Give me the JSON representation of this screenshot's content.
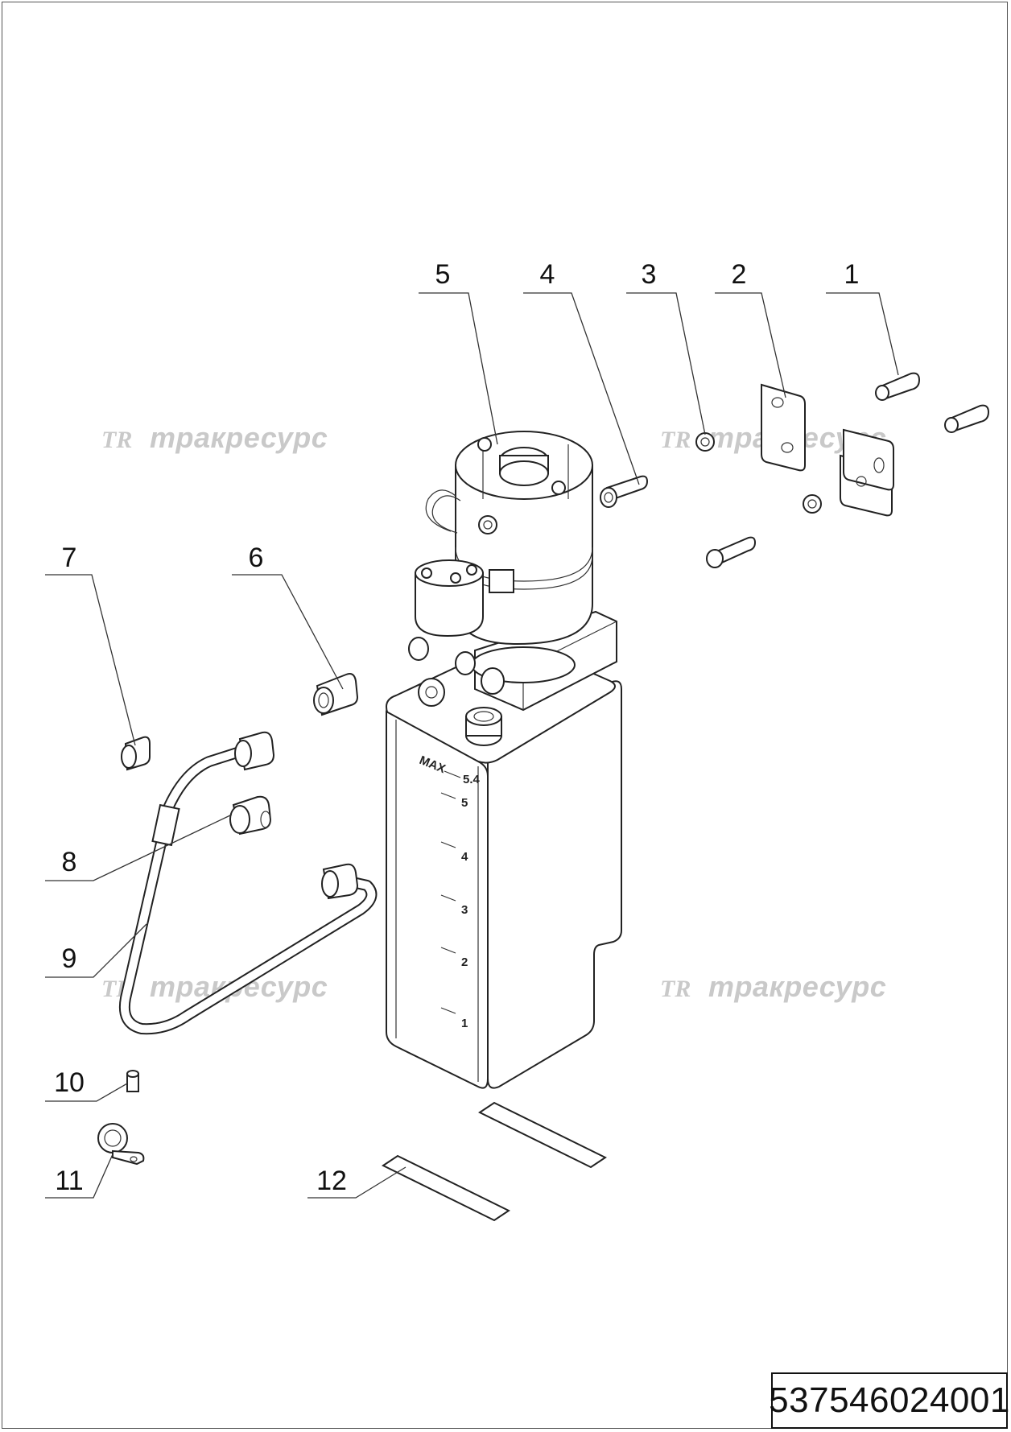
{
  "drawing": {
    "number": "537546024001"
  },
  "watermark": {
    "logo": "TR",
    "text": "тракресурс"
  },
  "tank_scale": {
    "max_label": "MAX",
    "max_value": "5.4",
    "marks": [
      "5",
      "4",
      "3",
      "2",
      "1"
    ]
  },
  "callouts": [
    "1",
    "2",
    "3",
    "4",
    "5",
    "6",
    "7",
    "8",
    "9",
    "10",
    "11",
    "12"
  ]
}
